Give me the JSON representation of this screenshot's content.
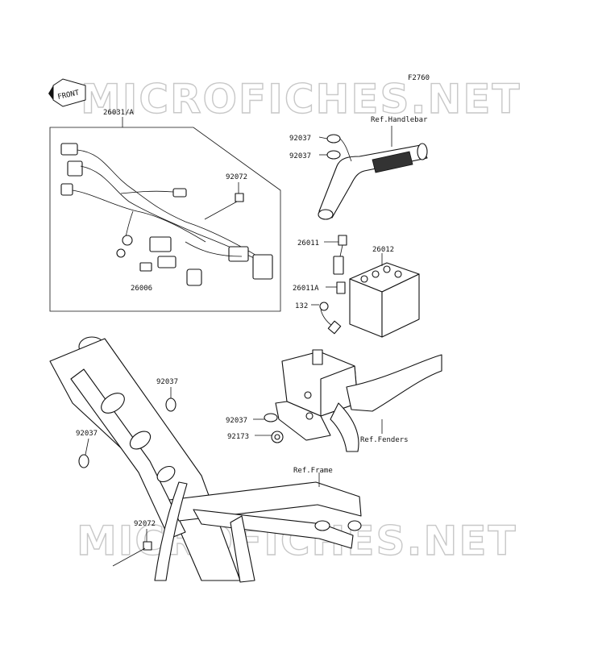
{
  "diagram_code": "F2760",
  "watermark": "MICROFICHES.NET",
  "front_badge": "FRONT",
  "refs": {
    "handlebar": "Ref.Handlebar",
    "fenders": "Ref.Fenders",
    "frame": "Ref.Frame"
  },
  "parts": {
    "harness": "26031/A",
    "tie_upper": "92072",
    "harness_sub": "26006",
    "clamp_bar_1": "92037",
    "clamp_bar_2": "92037",
    "relay": "26011",
    "battery": "26012",
    "relay_sub": "26011A",
    "bolt": "132",
    "clamp_frame_1": "92037",
    "clamp_frame_2": "92037",
    "clamp_fender": "92037",
    "clip_fender": "92173",
    "tie_lower": "92072"
  }
}
